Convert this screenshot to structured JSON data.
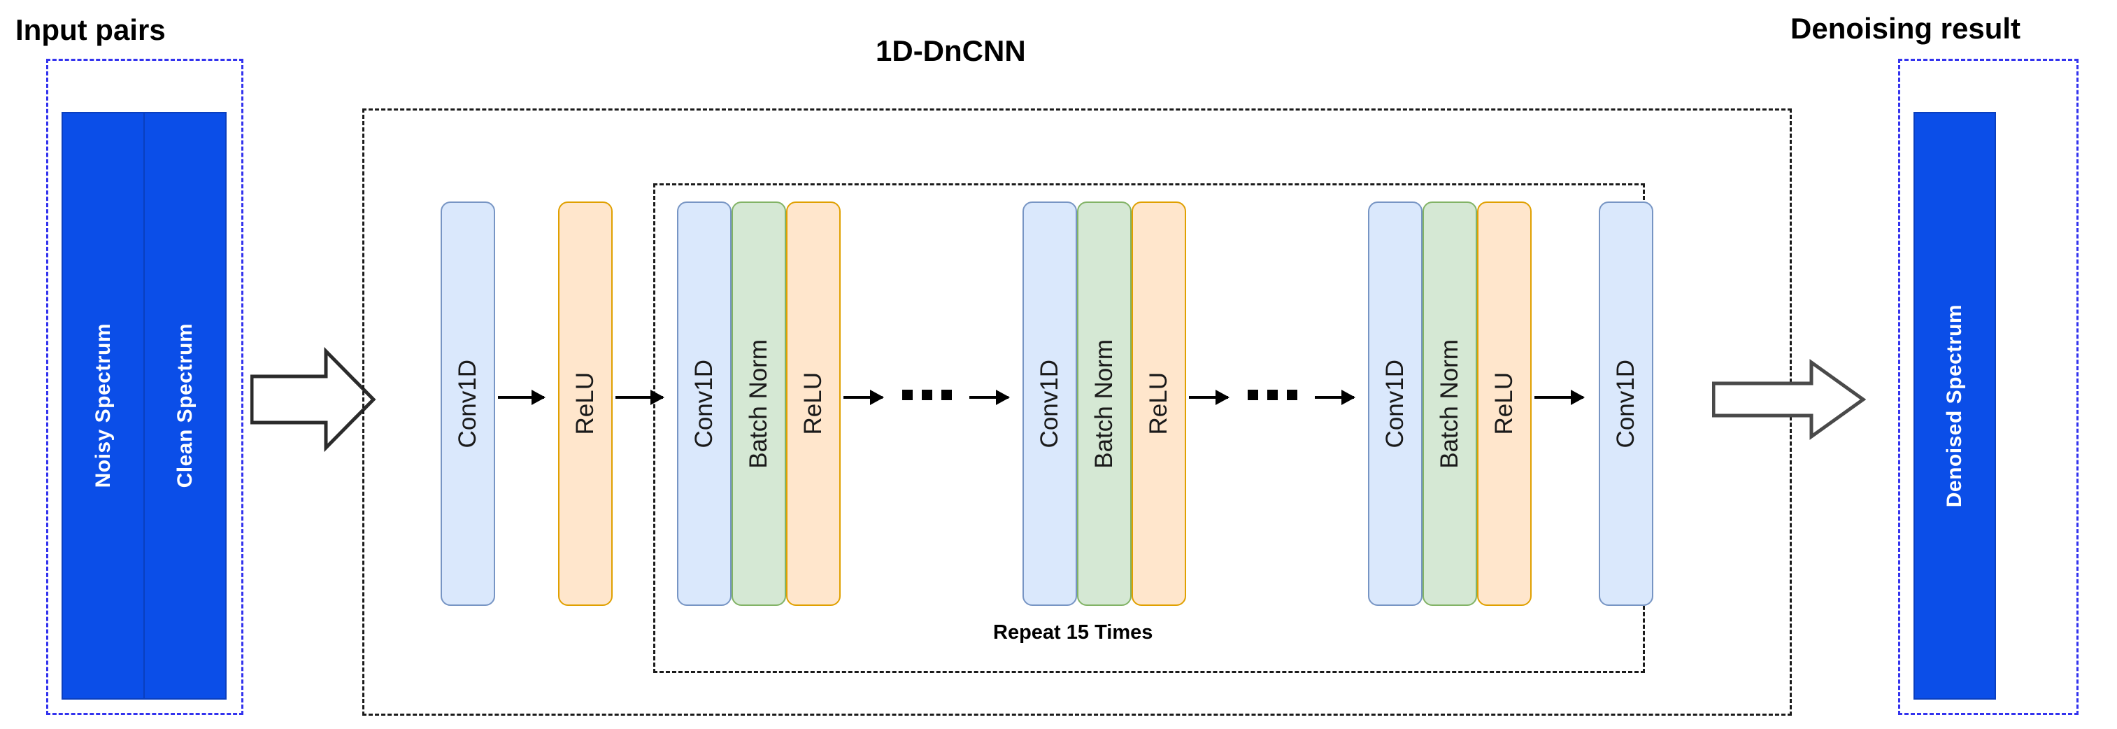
{
  "figure": {
    "type": "neural-network-architecture-diagram",
    "headings": {
      "input": "Input pairs",
      "network": "1D-DnCNN",
      "output": "Denoising result"
    },
    "input_pairs": {
      "bars": [
        {
          "label": "Noisy Spectrum",
          "color": "#0B4EE8"
        },
        {
          "label": "Clean Spectrum",
          "color": "#0B4EE8"
        }
      ],
      "border_color": "#3333EE"
    },
    "output_result": {
      "bars": [
        {
          "label": "Denoised Spectrum",
          "color": "#0B4EE8"
        }
      ],
      "border_color": "#3333EE"
    },
    "network": {
      "repeat_label": "Repeat 15 Times",
      "repeat_count": 15,
      "layer_colors": {
        "conv_fill": "#DAE8FC",
        "conv_border": "#7795C4",
        "batchnorm_fill": "#D5E8D4",
        "batchnorm_border": "#82B366",
        "relu_fill": "#FFE6CC",
        "relu_border": "#E0A000"
      },
      "head_layers": [
        {
          "id": "head-conv",
          "label": "Conv1D",
          "kind": "conv"
        },
        {
          "id": "head-relu",
          "label": "ReLU",
          "kind": "relu"
        }
      ],
      "repeat_block_1": [
        {
          "id": "r1-conv",
          "label": "Conv1D",
          "kind": "conv"
        },
        {
          "id": "r1-bn",
          "label": "Batch Norm",
          "kind": "bn"
        },
        {
          "id": "r1-relu",
          "label": "ReLU",
          "kind": "relu"
        }
      ],
      "repeat_block_2": [
        {
          "id": "r2-conv",
          "label": "Conv1D",
          "kind": "conv"
        },
        {
          "id": "r2-bn",
          "label": "Batch Norm",
          "kind": "bn"
        },
        {
          "id": "r2-relu",
          "label": "ReLU",
          "kind": "relu"
        }
      ],
      "repeat_block_3": [
        {
          "id": "r3-conv",
          "label": "Conv1D",
          "kind": "conv"
        },
        {
          "id": "r3-bn",
          "label": "Batch Norm",
          "kind": "bn"
        },
        {
          "id": "r3-relu",
          "label": "ReLU",
          "kind": "relu"
        }
      ],
      "tail_layers": [
        {
          "id": "tail-conv",
          "label": "Conv1D",
          "kind": "conv"
        }
      ],
      "ellipsis_symbol": "■ ■ ■"
    }
  }
}
